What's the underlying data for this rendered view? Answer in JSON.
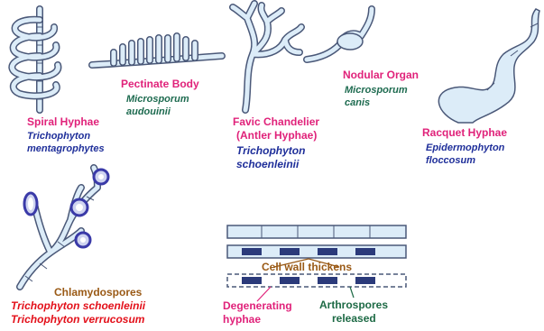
{
  "figure": {
    "panels": {
      "spiral": {
        "title": "Spiral Hyphae",
        "species_1": "Trichophyton",
        "species_2": "mentagrophytes"
      },
      "pectinate": {
        "title": "Pectinate Body",
        "species_1": "Microsporum",
        "species_2": "audouinii"
      },
      "favic": {
        "title_1": "Favic Chandelier",
        "title_2": "(Antler Hyphae)",
        "species_1": "Trichophyton",
        "species_2": "schoenleinii"
      },
      "nodular": {
        "title": "Nodular Organ",
        "species_1": "Microsporum",
        "species_2": "canis"
      },
      "racquet": {
        "title": "Racquet Hyphae",
        "species_1": "Epidermophyton",
        "species_2": "floccosum"
      },
      "chlamydospores": {
        "title": "Chlamydospores",
        "species_1": "Trichophyton schoenleinii",
        "species_2": "Trichophyton verrucosum"
      },
      "arthrospores": {
        "cell_wall_label": "Cell wall thickens",
        "degenerating_1": "Degenerating",
        "degenerating_2": "hyphae",
        "arthrospores_1": "Arthrospores",
        "arthrospores_2": "released"
      }
    },
    "colors": {
      "title_pink": "#e0227a",
      "species_blue": "#1f2f9a",
      "species_green": "#1e6b50",
      "chlamydospore_brown": "#9a5a16",
      "chlamydospore_species_red": "#e3101a",
      "hypha_fill": "#dcecf8",
      "hypha_outline": "#4a5878",
      "spore_ring": "#3a3aa8"
    }
  }
}
